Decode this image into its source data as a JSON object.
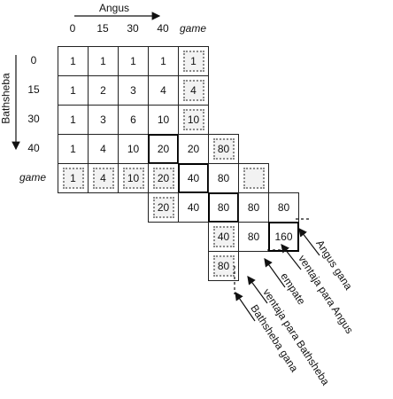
{
  "axes": {
    "horizontal_title": "Angus",
    "vertical_title": "Bathsheba",
    "col_labels": [
      "0",
      "15",
      "30",
      "40",
      "game"
    ],
    "row_labels": [
      "0",
      "15",
      "30",
      "40",
      "game"
    ]
  },
  "rows": [
    [
      "1",
      "1",
      "1",
      "1",
      "1"
    ],
    [
      "1",
      "2",
      "3",
      "4",
      "4"
    ],
    [
      "1",
      "3",
      "6",
      "10",
      "10"
    ],
    [
      "1",
      "4",
      "10",
      "20",
      "20",
      "80"
    ],
    [
      "1",
      "4",
      "10",
      "20",
      "40",
      "80",
      ""
    ],
    [
      "20",
      "40",
      "80",
      "80",
      "80"
    ],
    [
      "40",
      "80",
      "160"
    ],
    [
      "80"
    ]
  ],
  "legend": [
    "Angus gana",
    "ventaja para Angus",
    "empate",
    "ventaja para Bathsheba",
    "Bathsheba gana"
  ]
}
